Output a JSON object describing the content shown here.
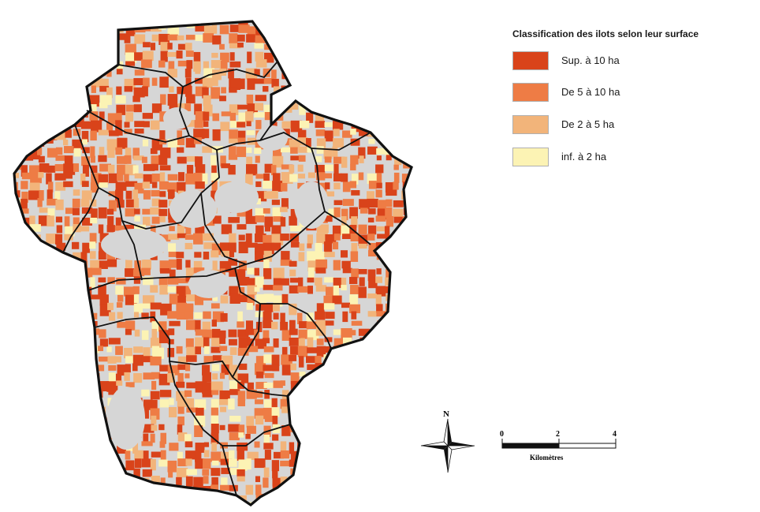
{
  "legend": {
    "title": "Classification des ilots selon leur surface",
    "classes": [
      {
        "label": "Sup. à 10 ha",
        "color": "#d9431a"
      },
      {
        "label": "De 5 à 10 ha",
        "color": "#ee7c45"
      },
      {
        "label": "De 2 à 5 ha",
        "color": "#f2b47a"
      },
      {
        "label": "inf. à 2 ha",
        "color": "#fcf3b4"
      }
    ]
  },
  "background_color": "#d6d6d6",
  "border_color": "#111111",
  "north_arrow": {
    "label": "N"
  },
  "scale_bar": {
    "ticks": [
      "0",
      "2",
      "4"
    ],
    "unit": "Kilomètres"
  }
}
